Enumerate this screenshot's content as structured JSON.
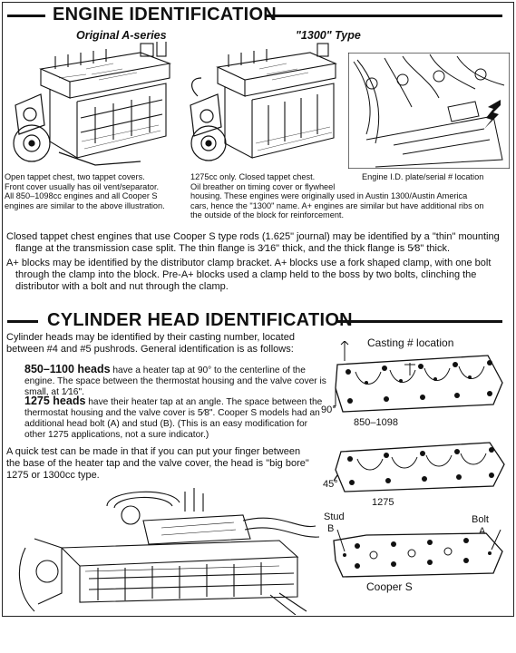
{
  "sections": {
    "engine": {
      "title": "ENGINE IDENTIFICATION"
    },
    "head": {
      "title": "CYLINDER HEAD IDENTIFICATION"
    }
  },
  "captions": {
    "original": "Original A-series",
    "type1300": "\"1300\" Type"
  },
  "notes": {
    "original_1": "Open tappet chest, two tappet covers.",
    "original_2": "Front cover usually has oil vent/separator.",
    "original_3": "All 850–1098cc engines and all Cooper S",
    "original_4": "engines are similar to the above illustration.",
    "t1300_1": "1275cc only. Closed tappet chest.",
    "t1300_2": "Oil breather on timing cover or flywheel",
    "t1300_3": "housing. These engines were originally used in Austin 1300/Austin America",
    "t1300_4": "cars, hence the \"1300\" name. A+ engines are similar but have additional ribs on",
    "t1300_5": "the outside of the block for reinforcement.",
    "plate": "Engine I.D. plate/serial # location"
  },
  "paragraphs": {
    "p1": "Closed tappet chest engines that use Cooper S type rods (1.625\" journal) may be identified by a \"thin\" mounting flange at the transmission case split. The thin flange is 3⁄16\" thick, and the thick flange is 5⁄8\" thick.",
    "p2": "A+ blocks may be identified by the distributor clamp bracket. A+ blocks use a fork shaped clamp, with one bolt through the clamp into the block. Pre-A+ blocks used a clamp held to the boss by two bolts, clinching the distributor with a bolt and nut through the clamp.",
    "p3": "Cylinder heads may be identified by their casting number, located between #4 and #5 pushrods. General identification is as follows:",
    "h850_title": "850–1100 heads",
    "h850_text": " have a heater tap at 90° to the centerline of the engine. The space between the thermostat housing and the valve cover is small, at 1⁄16\".",
    "h1275_title": "1275 heads",
    "h1275_text": " have their heater tap at an angle. The space between the thermostat housing and the valve cover is 5⁄8\". Cooper S models had an additional head bolt (A) and stud (B). (This is an easy modification for other 1275 applications, not a sure indicator.)",
    "p4": "A quick test can be made in that if you can put your finger between the base of the heater tap and the valve cover, the head is \"big bore\" 1275 or 1300cc type."
  },
  "labels": {
    "casting": "Casting # location",
    "deg90": "90°",
    "h850": "850–1098",
    "deg45": "45°",
    "h1275": "1275",
    "stud": "Stud",
    "b": "B",
    "bolt": "Bolt",
    "a": "A",
    "coopers": "Cooper S"
  }
}
